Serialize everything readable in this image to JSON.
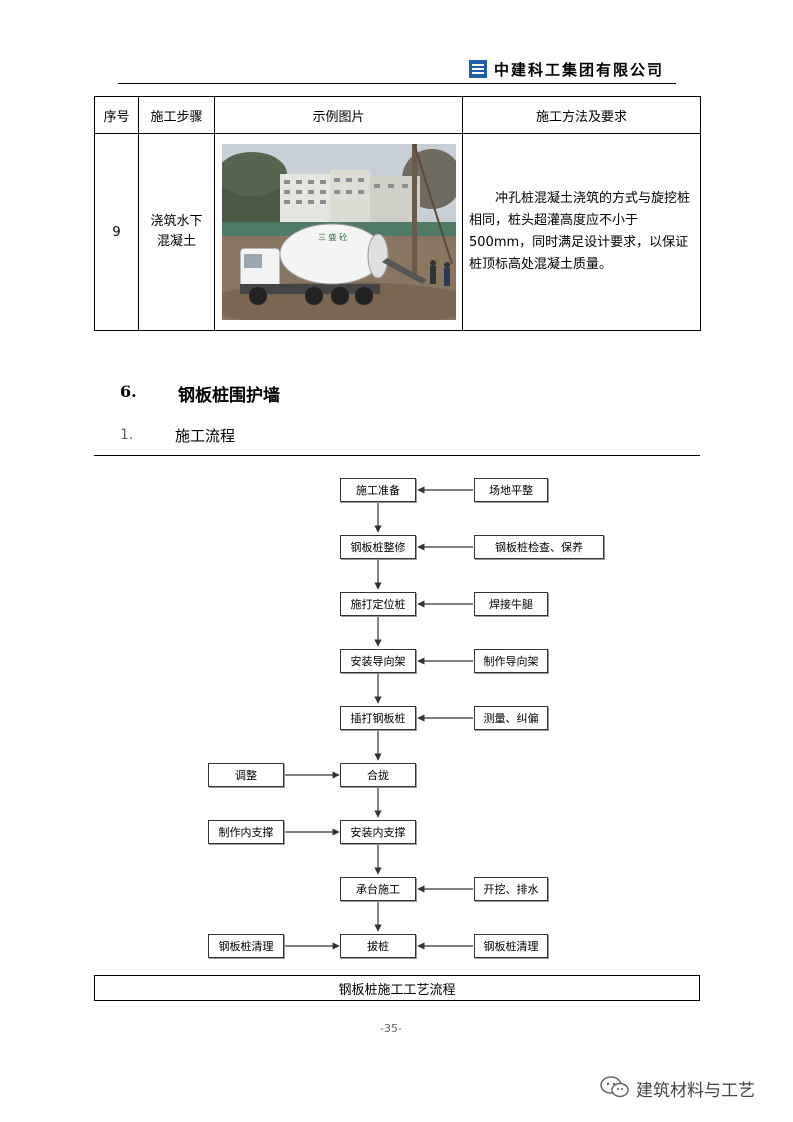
{
  "header": {
    "company": "中建科工集团有限公司"
  },
  "table": {
    "headers": [
      "序号",
      "施工步骤",
      "示例图片",
      "施工方法及要求"
    ],
    "row": {
      "number": "9",
      "step_line1": "浇筑水下",
      "step_line2": "混凝土",
      "photo_truck_text": "三 盛 砼",
      "method": "冲孔桩混凝土浇筑的方式与旋挖桩相同，桩头超灌高度应不小于500mm，同时满足设计要求，以保证桩顶标高处混凝土质量。"
    }
  },
  "section": {
    "number": "6.",
    "title": "钢板桩围护墙"
  },
  "subsection": {
    "number": "1.",
    "title": "施工流程"
  },
  "flow": {
    "main": [
      "施工准备",
      "钢板桩整修",
      "施打定位桩",
      "安装导向架",
      "插打钢板桩",
      "合拢",
      "安装内支撑",
      "承台施工",
      "拔桩"
    ],
    "right": [
      "场地平整",
      "钢板桩检查、保养",
      "焊接牛腿",
      "制作导向架",
      "测量、纠偏",
      "开挖、排水",
      "钢板桩清理"
    ],
    "left": [
      "调整",
      "制作内支撑",
      "钢板桩清理"
    ]
  },
  "caption": "钢板桩施工工艺流程",
  "page_number": "-35-",
  "watermark": "建筑材料与工艺"
}
